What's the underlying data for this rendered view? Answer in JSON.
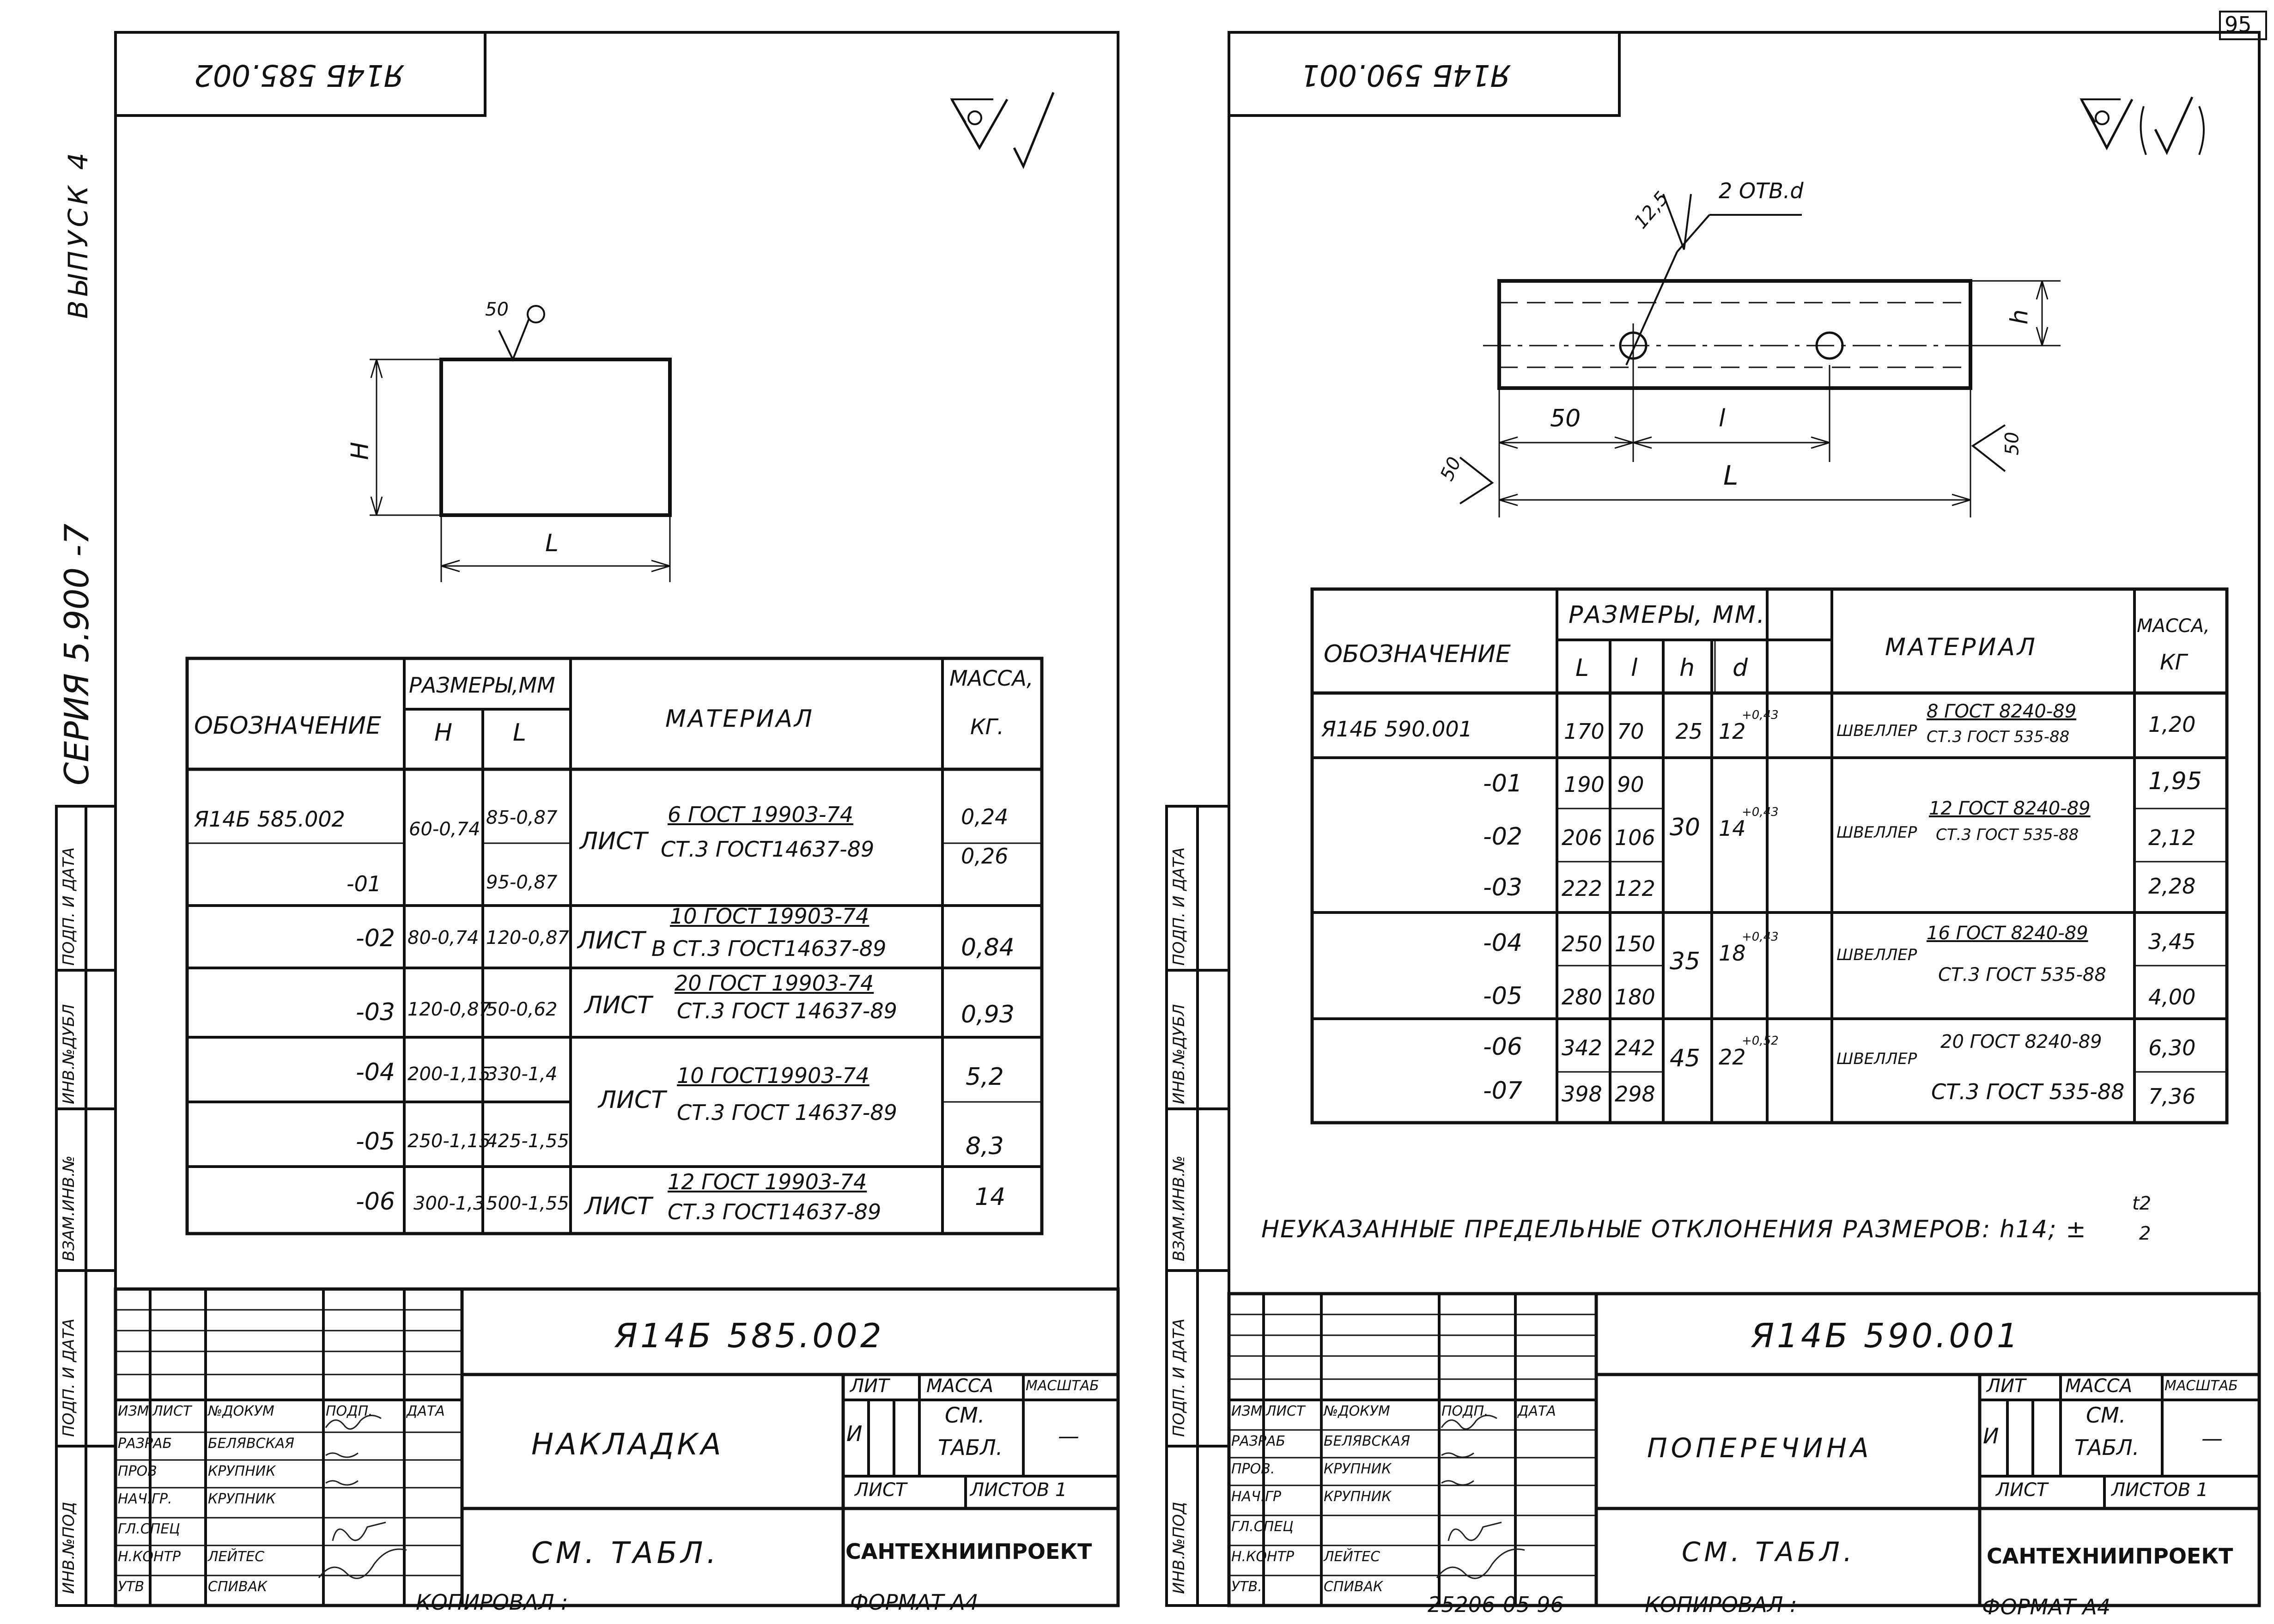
{
  "sheet_number": "95",
  "side_stamp": {
    "series_label": "СЕРИЯ 5.900 -7",
    "issue_label": "ВЫПУСК 4",
    "fields": [
      "ИНВ.№ПОД",
      "ПОДП. И ДАТА",
      "ВЗАМ.ИНВ.№",
      "ИНВ.№ДУБЛ",
      "ПОДП. И ДАТА"
    ]
  },
  "left": {
    "corner_code": "Я14Б 585.002",
    "roughness": "∀√",
    "roughness_value": "50",
    "dims": {
      "h": "H",
      "l": "L"
    },
    "table": {
      "h_designation": "ОБОЗНАЧЕНИЕ",
      "h_sizes": "РАЗМЕРЫ,ММ",
      "h_H": "H",
      "h_L": "L",
      "h_material": "МАТЕРИАЛ",
      "h_mass": "МАССА,",
      "h_mass_unit": "КГ.",
      "rows": [
        {
          "des": "Я14Б 585.002",
          "H": "60-0,74",
          "L": "85-0,87",
          "mass": "0,24"
        },
        {
          "des": "",
          "H": "",
          "L": "",
          "mass": "0,26"
        },
        {
          "des": "-01",
          "H": "",
          "L": "95-0,87",
          "mass": ""
        },
        {
          "des": "-02",
          "H": "80-0,74",
          "L": "120-0,87",
          "mass": "0,84"
        },
        {
          "des": "-03",
          "H": "120-0,87",
          "L": "50-0,62",
          "mass": "0,93"
        },
        {
          "des": "-04",
          "H": "200-1,15",
          "L": "330-1,4",
          "mass": "5,2"
        },
        {
          "des": "-05",
          "H": "250-1,15",
          "L": "425-1,55",
          "mass": "8,3"
        },
        {
          "des": "-06",
          "H": "300-1,3",
          "L": "500-1,55",
          "mass": "14"
        }
      ],
      "materials": [
        {
          "word": "ЛИСТ",
          "top": "6 ГОСТ 19903-74",
          "bottom": "СТ.3 ГОСТ14637-89"
        },
        {
          "word": "ЛИСТ",
          "top": "10 ГОСТ 19903-74",
          "bottom": "В СТ.3 ГОСТ14637-89"
        },
        {
          "word": "ЛИСТ",
          "top": "20 ГОСТ 19903-74",
          "bottom": "СТ.3 ГОСТ 14637-89"
        },
        {
          "word": "ЛИСТ",
          "top": "10 ГОСТ19903-74",
          "bottom": "СТ.3 ГОСТ 14637-89"
        },
        {
          "word": "ЛИСТ",
          "top": "12 ГОСТ 19903-74",
          "bottom": "СТ.3 ГОСТ14637-89"
        }
      ]
    },
    "titleblock": {
      "code": "Я14Б 585.002",
      "name": "НАКЛАДКА",
      "material": "СМ. ТАБЛ.",
      "org": "САНТЕХНИИПРОЕКТ",
      "lit": "ЛИТ",
      "lit_value": "И",
      "mass": "МАССА",
      "mass_value1": "СМ.",
      "mass_value2": "ТАБЛ.",
      "scale": "МАСШТАБ",
      "scale_value": "—",
      "sheet": "ЛИСТ",
      "sheets": "ЛИСТОВ 1",
      "head": [
        "ИЗМ",
        "ЛИСТ",
        "№ДОКУМ",
        "ПОДП.",
        "ДАТА"
      ],
      "roles": [
        {
          "role": "РАЗРАБ",
          "name": "БЕЛЯВСКАЯ"
        },
        {
          "role": "ПРОВ",
          "name": "КРУПНИК"
        },
        {
          "role": "НАЧ.ГР.",
          "name": "КРУПНИК"
        },
        {
          "role": "ГЛ.СПЕЦ",
          "name": ""
        },
        {
          "role": "Н.КОНТР",
          "name": "ЛЕЙТЕС"
        },
        {
          "role": "УТВ",
          "name": "СПИВАК"
        }
      ],
      "copied": "КОПИРОВАЛ :",
      "format": "ФОРМАТ А4"
    }
  },
  "right": {
    "corner_code": "Я14Б 590.001",
    "roughness": "∀(√)",
    "hole_label": "2 ОТВ.d",
    "dims": {
      "r125": "12,5",
      "h": "h",
      "d50": "50",
      "l": "l",
      "L": "L",
      "r50a": "50",
      "r50b": "50"
    },
    "table": {
      "h_designation": "ОБОЗНАЧЕНИЕ",
      "h_sizes": "РАЗМЕРЫ, ММ.",
      "h_L": "L",
      "h_l": "l",
      "h_h": "h",
      "h_d": "d",
      "h_material": "МАТЕРИАЛ",
      "h_mass": "МАССА,",
      "h_mass_unit": "КГ",
      "rows": [
        {
          "des": "Я14Б 590.001",
          "L": "170",
          "l": "70",
          "mass": "1,20"
        },
        {
          "des": "-01",
          "L": "190",
          "l": "90",
          "mass": "1,95"
        },
        {
          "des": "-02",
          "L": "206",
          "l": "106",
          "mass": "2,12"
        },
        {
          "des": "-03",
          "L": "222",
          "l": "122",
          "mass": "2,28"
        },
        {
          "des": "-04",
          "L": "250",
          "l": "150",
          "mass": "3,45"
        },
        {
          "des": "-05",
          "L": "280",
          "l": "180",
          "mass": "4,00"
        },
        {
          "des": "-06",
          "L": "342",
          "l": "242",
          "mass": "6,30"
        },
        {
          "des": "-07",
          "L": "398",
          "l": "298",
          "mass": "7,36"
        }
      ],
      "groups": [
        {
          "h": "25",
          "d": "12",
          "dtol": "+0,43",
          "word": "ШВЕЛЛЕР",
          "top": "8 ГОСТ 8240-89",
          "bottom": "СТ.3 ГОСТ 535-88"
        },
        {
          "h": "30",
          "d": "14",
          "dtol": "+0,43",
          "word": "ШВЕЛЛЕР",
          "top": "12 ГОСТ 8240-89",
          "bottom": "СТ.3 ГОСТ 535-88"
        },
        {
          "h": "35",
          "d": "18",
          "dtol": "+0,43",
          "word": "ШВЕЛЛЕР",
          "top": "16 ГОСТ 8240-89",
          "bottom": "СТ.3 ГОСТ 535-88"
        },
        {
          "h": "45",
          "d": "22",
          "dtol": "+0,52",
          "word": "ШВЕЛЛЕР",
          "top": "20 ГОСТ 8240-89",
          "bottom": "СТ.3 ГОСТ 535-88"
        }
      ]
    },
    "note": "НЕУКАЗАННЫЕ ПРЕДЕЛЬНЫЕ ОТКЛОНЕНИЯ РАЗМЕРОВ: h14; ±",
    "note_frac_top": "t2",
    "note_frac_bottom": "2",
    "titleblock": {
      "code": "Я14Б 590.001",
      "name": "ПОПЕРЕЧИНА",
      "material": "СМ. ТАБЛ.",
      "org": "САНТЕХНИИПРОЕКТ",
      "lit": "ЛИТ",
      "lit_value": "И",
      "mass": "МАССА",
      "mass_value1": "СМ.",
      "mass_value2": "ТАБЛ.",
      "scale": "МАСШТАБ",
      "scale_value": "—",
      "sheet": "ЛИСТ",
      "sheets": "ЛИСТОВ 1",
      "head": [
        "ИЗМ",
        "ЛИСТ",
        "№ДОКУМ",
        "ПОДП.",
        "ДАТА"
      ],
      "roles": [
        {
          "role": "РАЗРАБ",
          "name": "БЕЛЯВСКАЯ"
        },
        {
          "role": "ПРОВ.",
          "name": "КРУПНИК"
        },
        {
          "role": "НАЧ.ГР",
          "name": "КРУПНИК"
        },
        {
          "role": "ГЛ.СПЕЦ",
          "name": ""
        },
        {
          "role": "Н.КОНТР",
          "name": "ЛЕЙТЕС"
        },
        {
          "role": "УТВ.",
          "name": "СПИВАК"
        }
      ],
      "stamp_number": "25206-05 96",
      "copied": "КОПИРОВАЛ :",
      "format": "ФОРМАТ А4"
    }
  }
}
